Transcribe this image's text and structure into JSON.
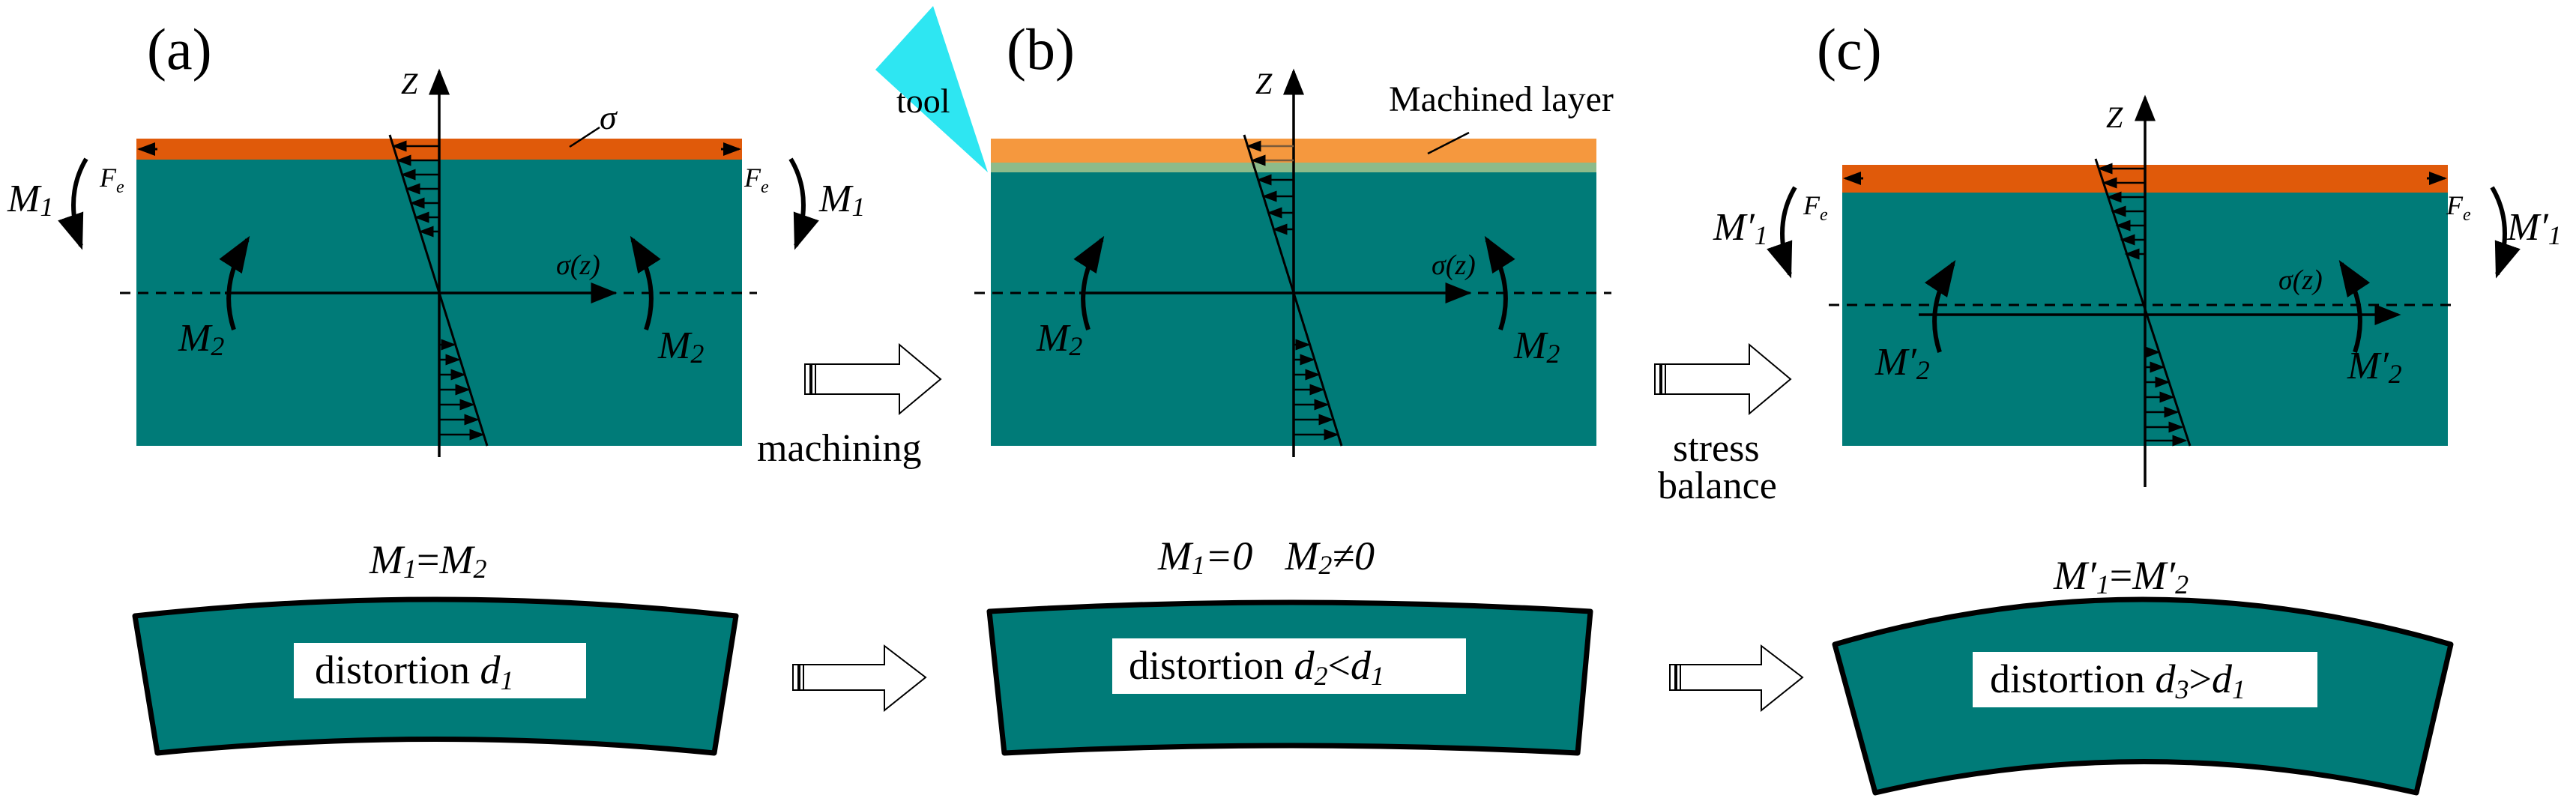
{
  "colors": {
    "teal": "#007B78",
    "orange_layer": "#E05A0A",
    "machined_layer": "#F5983E",
    "machined_strip": "#8DBB8A",
    "tool": "#2EE6F2",
    "black": "#000000",
    "white": "#FFFFFF"
  },
  "panels": {
    "a": {
      "label": "(a)",
      "z_axis": "Z",
      "sigma": "σ",
      "sigma_z": "σ(z)",
      "M1_left": "M",
      "M1_left_sub": "1",
      "M1_right": "M",
      "M1_right_sub": "1",
      "Fe_left": "F",
      "Fe_left_sub": "e",
      "Fe_right": "F",
      "Fe_right_sub": "e",
      "M2_left": "M",
      "M2_left_sub": "2",
      "M2_right": "M",
      "M2_right_sub": "2"
    },
    "b": {
      "label": "(b)",
      "z_axis": "Z",
      "tool": "tool",
      "machined_layer": "Machined layer",
      "sigma_z": "σ(z)",
      "M2_left": "M",
      "M2_left_sub": "2",
      "M2_right": "M",
      "M2_right_sub": "2"
    },
    "c": {
      "label": "(c)",
      "z_axis": "Z",
      "sigma_z": "σ(z)",
      "M1_left": "M′",
      "M1_left_sub": "1",
      "M1_right": "M′",
      "M1_right_sub": "1",
      "Fe_left": "F",
      "Fe_left_sub": "e",
      "Fe_right": "F",
      "Fe_right_sub": "e",
      "M2_left": "M′",
      "M2_left_sub": "2",
      "M2_right": "M′",
      "M2_right_sub": "2"
    }
  },
  "transitions": {
    "machining": "machining",
    "stress": "stress",
    "balance": "balance"
  },
  "equations": {
    "a": {
      "m1": "M",
      "s1": "1",
      "eq": "=",
      "m2": "M",
      "s2": "2"
    },
    "b": {
      "m1": "M",
      "s1": "1",
      "eq": "=0  ",
      "m2": "M",
      "s2": "2",
      "neq": "≠0"
    },
    "c": {
      "m1": "M′",
      "s1": "1",
      "eq": "=",
      "m2": "M′",
      "s2": "2"
    }
  },
  "distortion_labels": {
    "a": {
      "word": "distortion ",
      "d": "d",
      "sub": "1"
    },
    "b": {
      "word": "distortion ",
      "d": "d",
      "sub": "2",
      "rel": "<",
      "d2": "d",
      "sub2": "1"
    },
    "c": {
      "word": "distortion ",
      "d": "d",
      "sub": "3",
      "rel": ">",
      "d2": "d",
      "sub2": "1"
    }
  }
}
